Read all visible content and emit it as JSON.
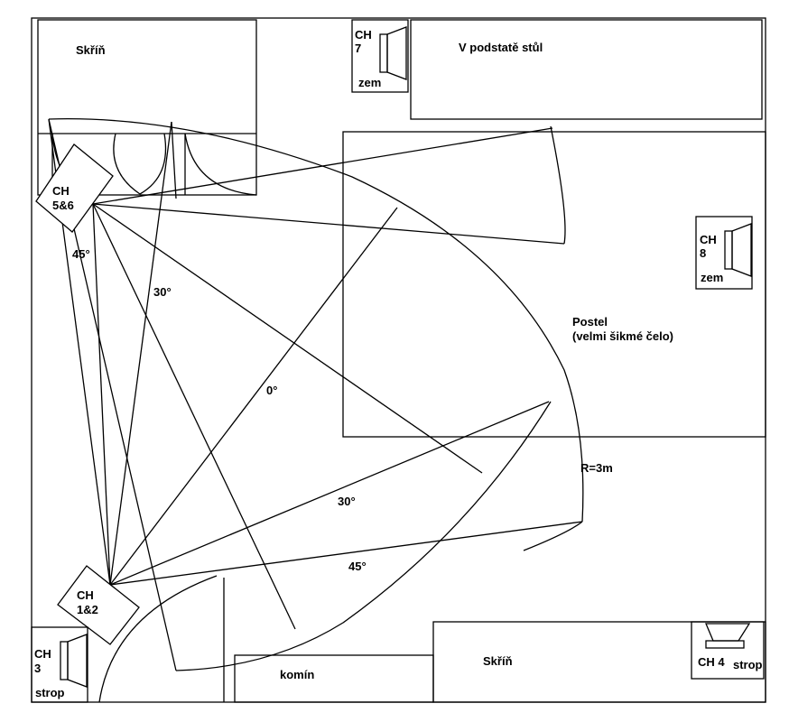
{
  "furniture": {
    "wardrobe_top": "Skříň",
    "desk": "V podstatě stůl",
    "bed_line1": "Postel",
    "bed_line2": "(velmi šikmé čelo)",
    "chimney": "komín",
    "wardrobe_bottom": "Skříň"
  },
  "speakers": {
    "ch7": {
      "line1": "CH",
      "line2": "7",
      "mount": "zem"
    },
    "ch8": {
      "line1": "CH",
      "line2": "8",
      "mount": "zem"
    },
    "ch56": {
      "line1": "CH",
      "line2": "5&6"
    },
    "ch12": {
      "line1": "CH",
      "line2": "1&2"
    },
    "ch3": {
      "line1": "CH",
      "line2": "3",
      "mount": "strop"
    },
    "ch4": {
      "label": "CH 4",
      "mount": "strop"
    }
  },
  "angles": {
    "top_45": "45°",
    "top_30": "30°",
    "center_0": "0°",
    "right_30": "30°",
    "right_45": "45°"
  },
  "radius_label": "R=3m"
}
